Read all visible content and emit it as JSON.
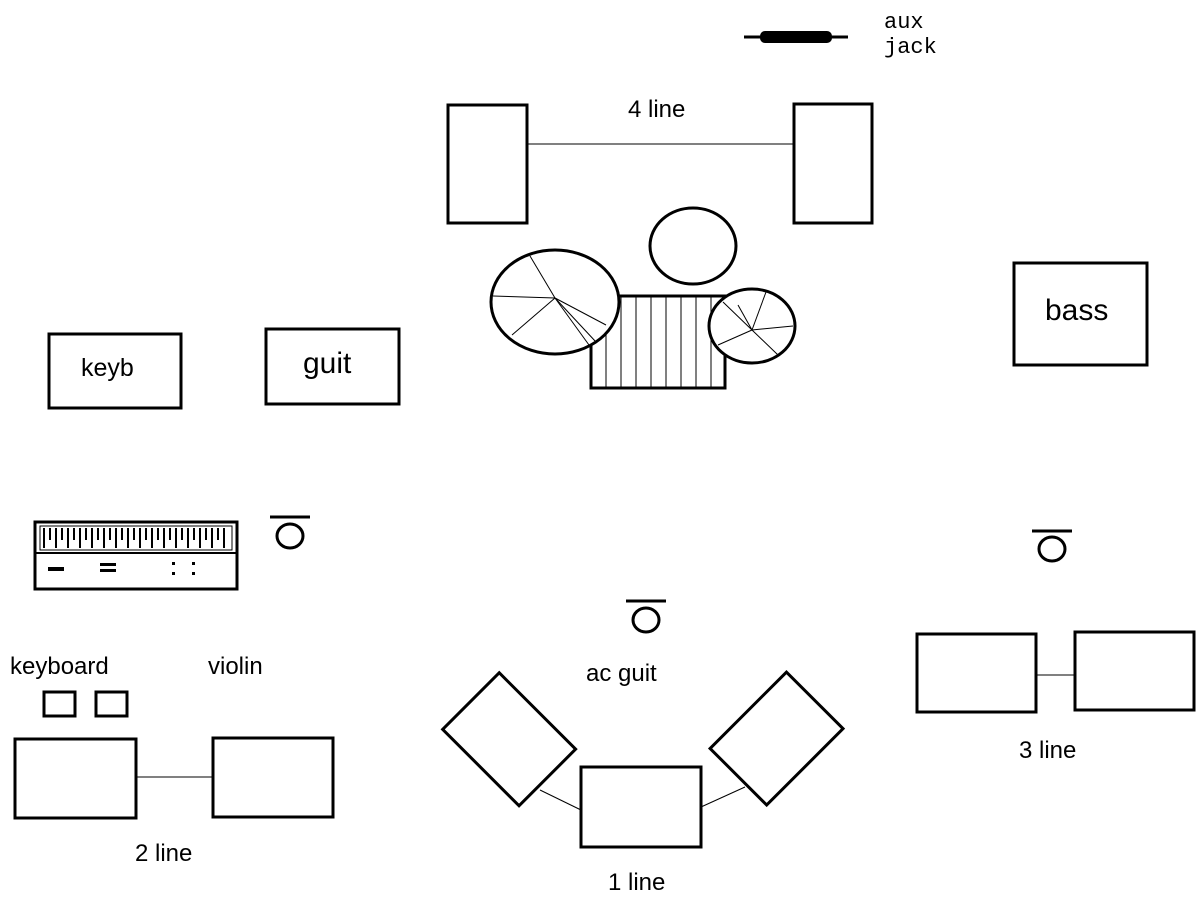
{
  "labels": {
    "aux_jack": "aux\njack",
    "line4": "4 line",
    "bass": "bass",
    "keyb": "keyb",
    "guit": "guit",
    "keyboard": "keyboard",
    "violin": "violin",
    "ac_guit": "ac guit",
    "line2": "2 line",
    "line1": "1 line",
    "line3": "3 line"
  }
}
